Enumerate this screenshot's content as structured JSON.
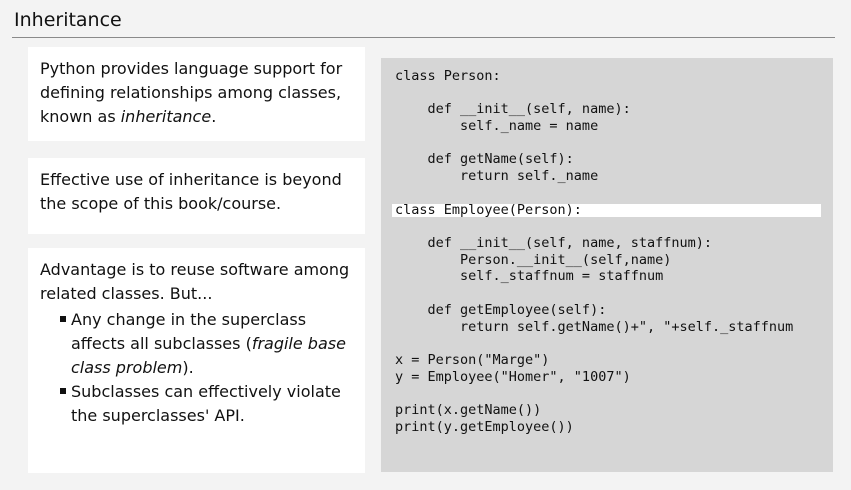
{
  "title": "Inheritance",
  "box1": {
    "text_before": "Python provides language support for defining relationships among classes, known as ",
    "emphasis": "inheritance",
    "text_after": "."
  },
  "box2": {
    "text": "Effective use of inheritance is beyond the scope of this book/course."
  },
  "box3": {
    "intro": "Advantage is to reuse software among related classes.  But...",
    "bullet1_before": "Any change in the superclass affects all subclasses (",
    "bullet1_emphasis": "fragile base class problem",
    "bullet1_after": ").",
    "bullet2": "Subclasses can effectively violate the superclasses' API."
  },
  "code": [
    "class Person:",
    "    def __init__(self, name):",
    "        self._name = name",
    "    def getName(self):",
    "        return self._name",
    "class Employee(Person):",
    "    def __init__(self, name, staffnum):",
    "        Person.__init__(self,name)",
    "        self._staffnum = staffnum",
    "    def getEmployee(self):",
    "        return self.getName()+\", \"+self._staffnum",
    "x = Person(\"Marge\")",
    "y = Employee(\"Homer\", \"1007\")",
    "print(x.getName())",
    "print(y.getEmployee())"
  ]
}
